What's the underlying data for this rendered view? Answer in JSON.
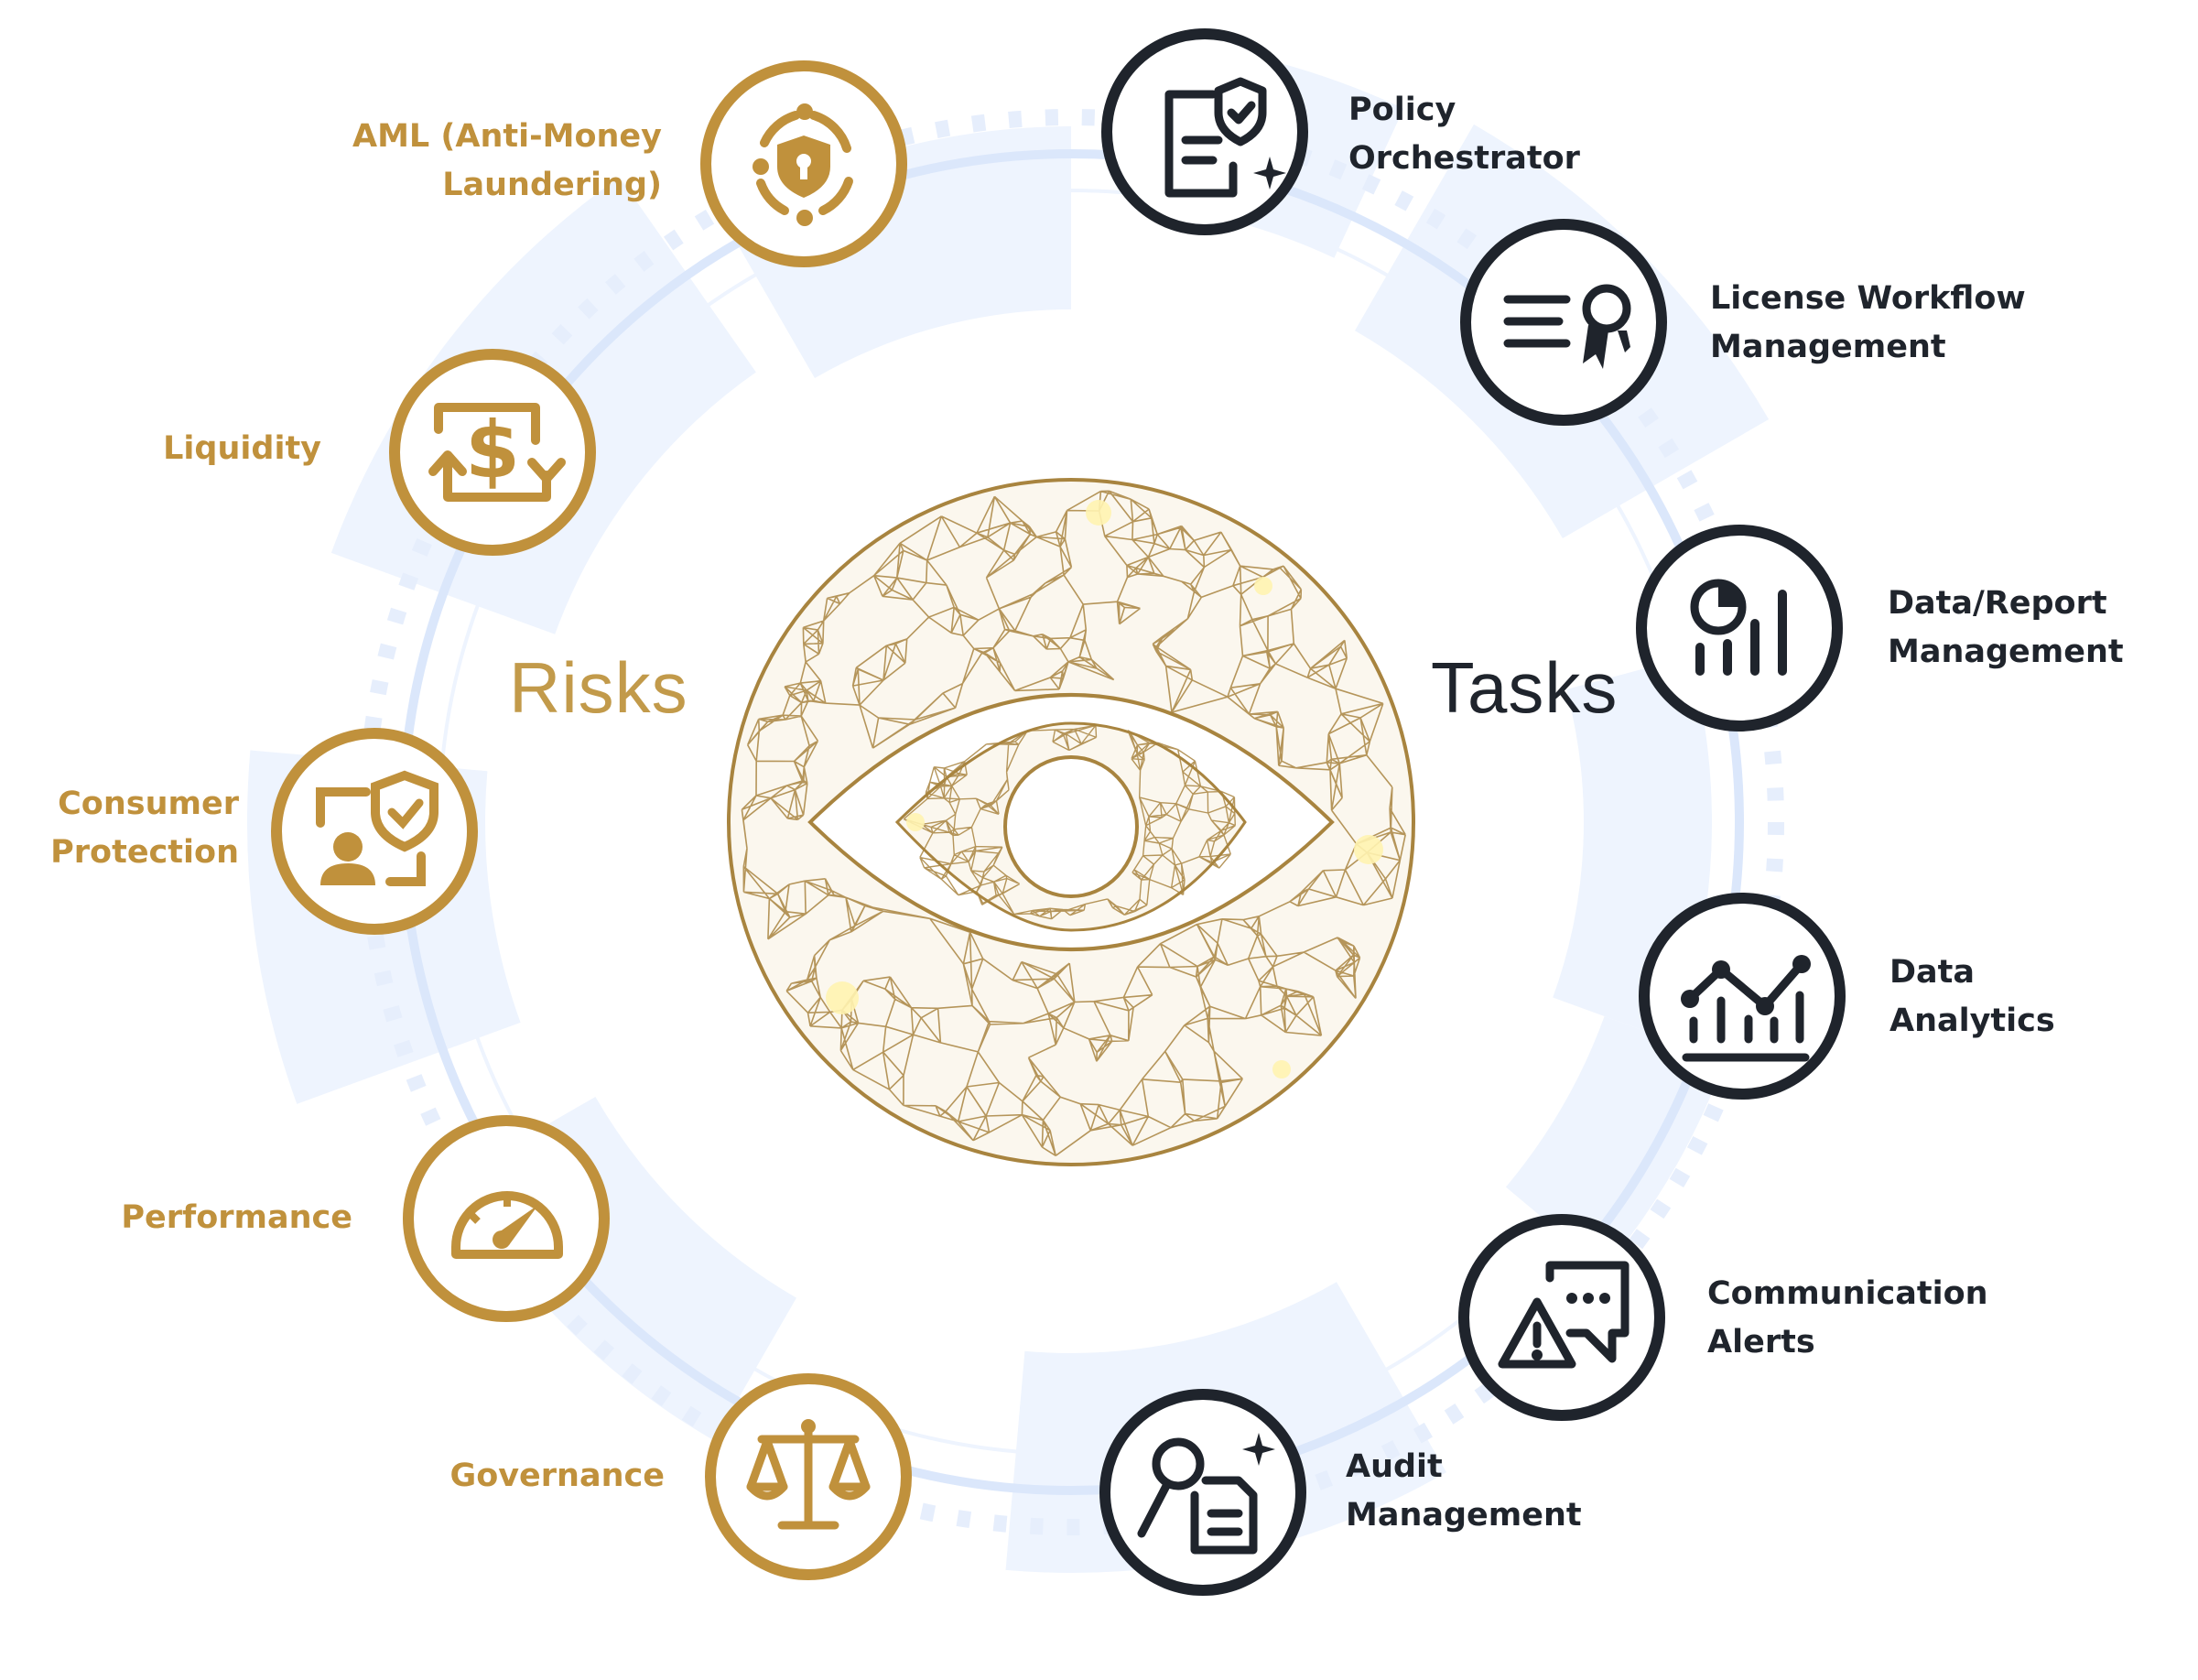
{
  "center": {
    "left_word": "Risks",
    "right_word": "Tasks"
  },
  "colors": {
    "gold": "#c0913c",
    "dark": "#1f242c",
    "ring_blue": "#dbe7fb",
    "segment_blue": "#eef4fe"
  },
  "risks": [
    {
      "id": "aml",
      "icon": "shield-lock-orbit-icon",
      "lines": [
        "AML (Anti-Money",
        "Laundering)"
      ]
    },
    {
      "id": "liquidity",
      "icon": "dollar-exchange-icon",
      "lines": [
        "Liquidity"
      ]
    },
    {
      "id": "consumer",
      "icon": "consumer-protection-icon",
      "lines": [
        "Consumer",
        "Protection"
      ]
    },
    {
      "id": "performance",
      "icon": "speedometer-icon",
      "lines": [
        "Performance"
      ]
    },
    {
      "id": "governance",
      "icon": "balance-scale-icon",
      "lines": [
        "Governance"
      ]
    }
  ],
  "tasks": [
    {
      "id": "policy",
      "icon": "policy-document-shield-icon",
      "lines": [
        "Policy",
        "Orchestrator"
      ]
    },
    {
      "id": "license",
      "icon": "license-award-icon",
      "lines": [
        "License Workflow",
        "Management"
      ]
    },
    {
      "id": "report",
      "icon": "report-chart-icon",
      "lines": [
        "Data/Report",
        "Management"
      ]
    },
    {
      "id": "analytics",
      "icon": "analytics-line-chart-icon",
      "lines": [
        "Data",
        "Analytics"
      ]
    },
    {
      "id": "alerts",
      "icon": "alert-chat-icon",
      "lines": [
        "Communication",
        "Alerts"
      ]
    },
    {
      "id": "audit",
      "icon": "audit-search-document-icon",
      "lines": [
        "Audit",
        "Management"
      ]
    }
  ]
}
